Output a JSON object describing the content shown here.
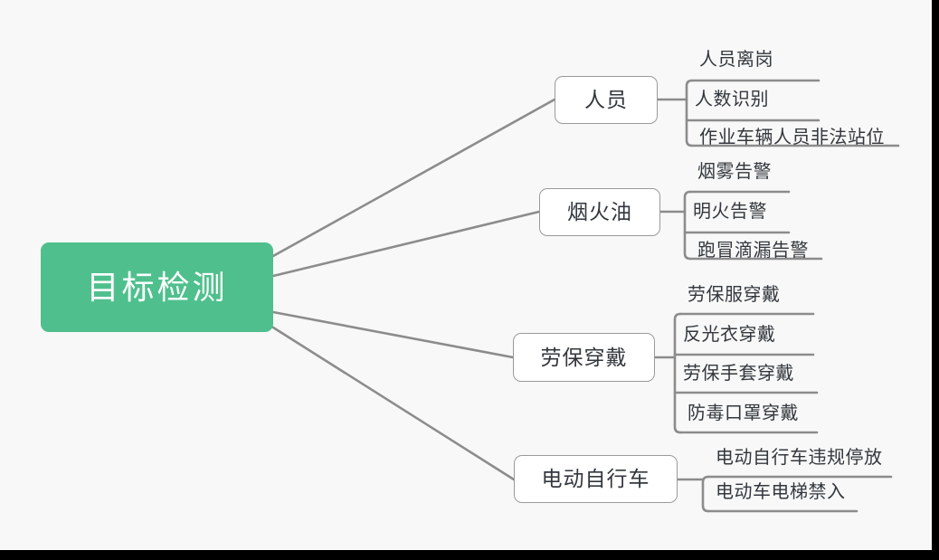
{
  "canvas": {
    "background": "#f8f8f8",
    "edge_color": "#8c8c8c",
    "text_color": "#33373d"
  },
  "mindmap": {
    "root": {
      "label": "目标检测",
      "fill": "#4fc08d",
      "text_color": "#ffffff"
    },
    "branches": [
      {
        "label": "人员",
        "children": [
          {
            "label": "人员离岗"
          },
          {
            "label": "人数识别"
          },
          {
            "label": "作业车辆人员非法站位"
          }
        ]
      },
      {
        "label": "烟火油",
        "children": [
          {
            "label": "烟雾告警"
          },
          {
            "label": "明火告警"
          },
          {
            "label": "跑冒滴漏告警"
          }
        ]
      },
      {
        "label": "劳保穿戴",
        "children": [
          {
            "label": "劳保服穿戴"
          },
          {
            "label": "反光衣穿戴"
          },
          {
            "label": "劳保手套穿戴"
          },
          {
            "label": "防毒口罩穿戴"
          }
        ]
      },
      {
        "label": "电动自行车",
        "children": [
          {
            "label": "电动自行车违规停放"
          },
          {
            "label": "电动车电梯禁入"
          }
        ]
      }
    ]
  }
}
